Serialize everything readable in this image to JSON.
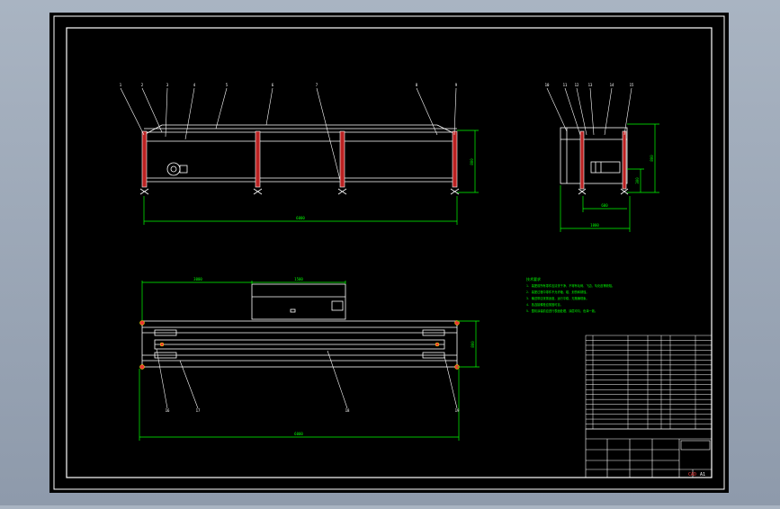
{
  "colors": {
    "background": "#8f9bab",
    "sheet": "#000000",
    "frame": "#ffffff",
    "dimension": "#00ff00",
    "leader": "#ffffff",
    "leg": "#cc3333",
    "title_accent": "#ff4444"
  },
  "front_view": {
    "balloons": [
      "1",
      "2",
      "3",
      "4",
      "5",
      "6",
      "7",
      "8",
      "9"
    ],
    "dim_overall_length": "6000",
    "dim_height": "800"
  },
  "side_view": {
    "balloons": [
      "10",
      "11",
      "12",
      "13",
      "14",
      "15"
    ],
    "dim_width": "1000",
    "dim_inner_width": "600",
    "dim_height": "800",
    "dim_lower": "300"
  },
  "top_view": {
    "balloons": [
      "16",
      "17",
      "18",
      "19"
    ],
    "dim_left_segment": "3000",
    "dim_right_segment": "1500",
    "dim_total_length": "6000",
    "dim_width": "800"
  },
  "tech_notes": {
    "heading": "技术要求",
    "lines": [
      "1. 装配前所有零件应清洗干净，不得有毛刺、飞边、氧化皮等缺陷。",
      "2. 装配过程中零件不允许磕、碰、划伤和锈蚀。",
      "3. 输送带应张紧适度，运行平稳，无跑偏现象。",
      "4. 各连接螺栓应紧固可靠。",
      "5. 整机涂装前应进行表面处理，涂层均匀，色泽一致。"
    ]
  },
  "title_block": {
    "drawing_no": "A1",
    "sheet_mark": "CAD"
  }
}
